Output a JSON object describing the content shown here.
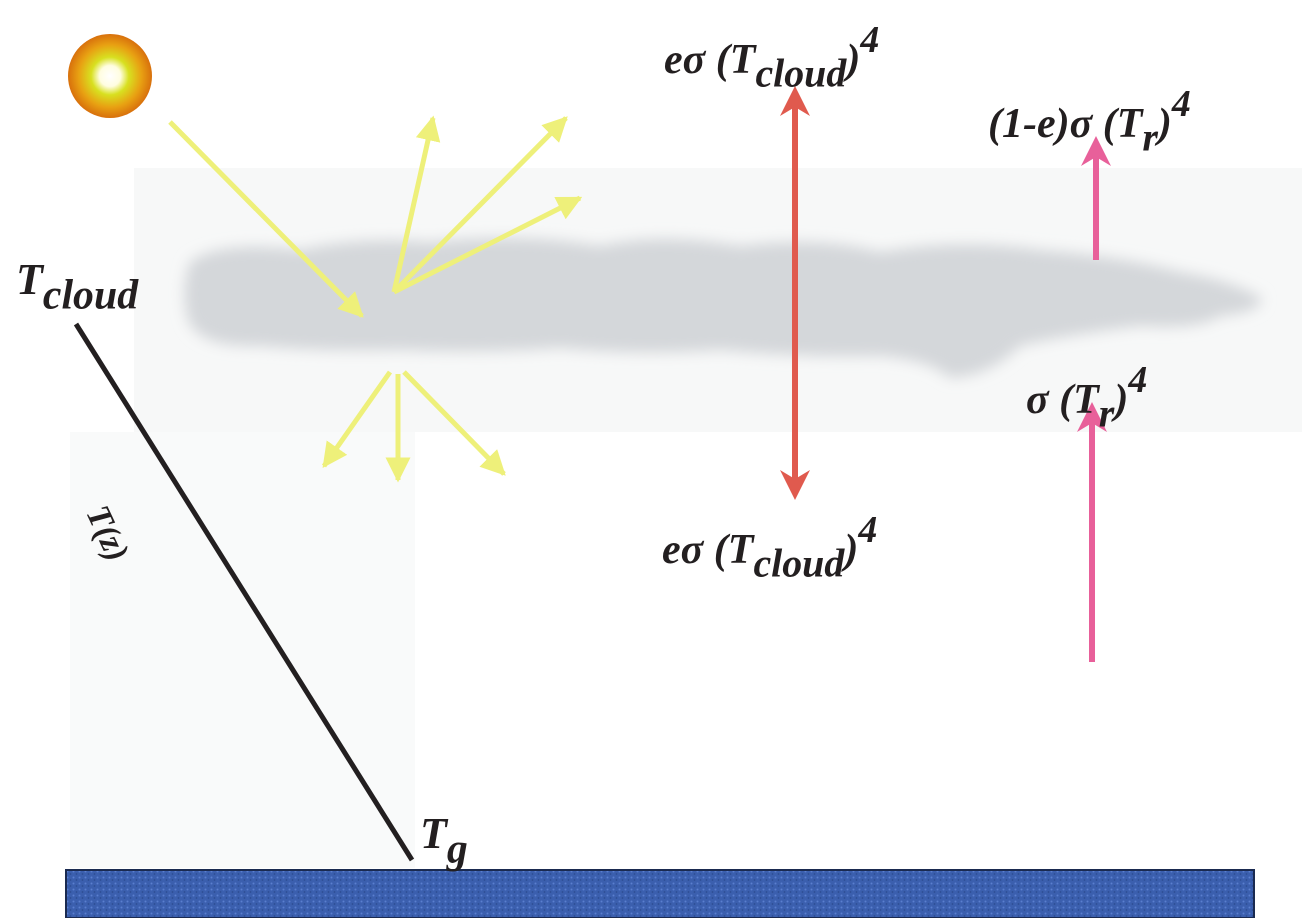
{
  "labels": {
    "t_cloud_base": "T",
    "t_cloud_sub": "cloud",
    "t_z": "T(z)",
    "t_g_base": "T",
    "t_g_sub": "g",
    "emit_up_prefix": "eσ (T",
    "emit_up_sub": "cloud",
    "emit_up_suffix": ")",
    "emit_up_exp": "4",
    "emit_down_prefix": "eσ (T",
    "emit_down_sub": "cloud",
    "emit_down_suffix": ")",
    "emit_down_exp": "4",
    "trans_prefix": "(1-e)σ (T",
    "trans_sub": "r",
    "trans_suffix": ")",
    "trans_exp": "4",
    "ground_prefix": "σ (T",
    "ground_sub": "r",
    "ground_suffix": ")",
    "ground_exp": "4"
  },
  "colors": {
    "sun_outer": "#e8820f",
    "sun_inner": "#fffde0",
    "solar_ray": "#eef07a",
    "cloud": "#d4d7da",
    "haze": "#f7f8f8",
    "emission_arrow": "#e05a4e",
    "surface_arrow": "#e8609a",
    "ground": "#3a5fb0",
    "profile_line": "#231f20"
  }
}
